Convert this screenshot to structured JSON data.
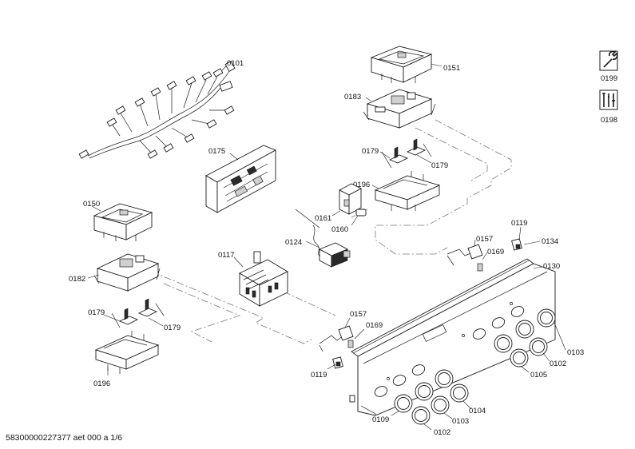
{
  "footer": {
    "doc_id": "58300000227377 aet 000 a 1/6"
  },
  "icons": [
    {
      "name": "wrench-icon",
      "code": "0199"
    },
    {
      "name": "tools-icon",
      "code": "0198"
    }
  ],
  "labels": {
    "l0101": "0101",
    "l0151": "0151",
    "l0183": "0183",
    "l0175": "0175",
    "l0179a": "0179",
    "l0179b": "0179",
    "l0196a": "0196",
    "l0150": "0150",
    "l0161": "0161",
    "l0160": "0160",
    "l0124": "0124",
    "l0117": "0117",
    "l0182": "0182",
    "l0179c": "0179",
    "l0179d": "0179",
    "l0196b": "0196",
    "l0119a": "0119",
    "l0134": "0134",
    "l0157a": "0157",
    "l0169a": "0169",
    "l0130": "0130",
    "l0157b": "0157",
    "l0169b": "0169",
    "l0119b": "0119",
    "l0103a": "0103",
    "l0102a": "0102",
    "l0105": "0105",
    "l0104": "0104",
    "l0109": "0109",
    "l0103b": "0103",
    "l0102b": "0102"
  }
}
